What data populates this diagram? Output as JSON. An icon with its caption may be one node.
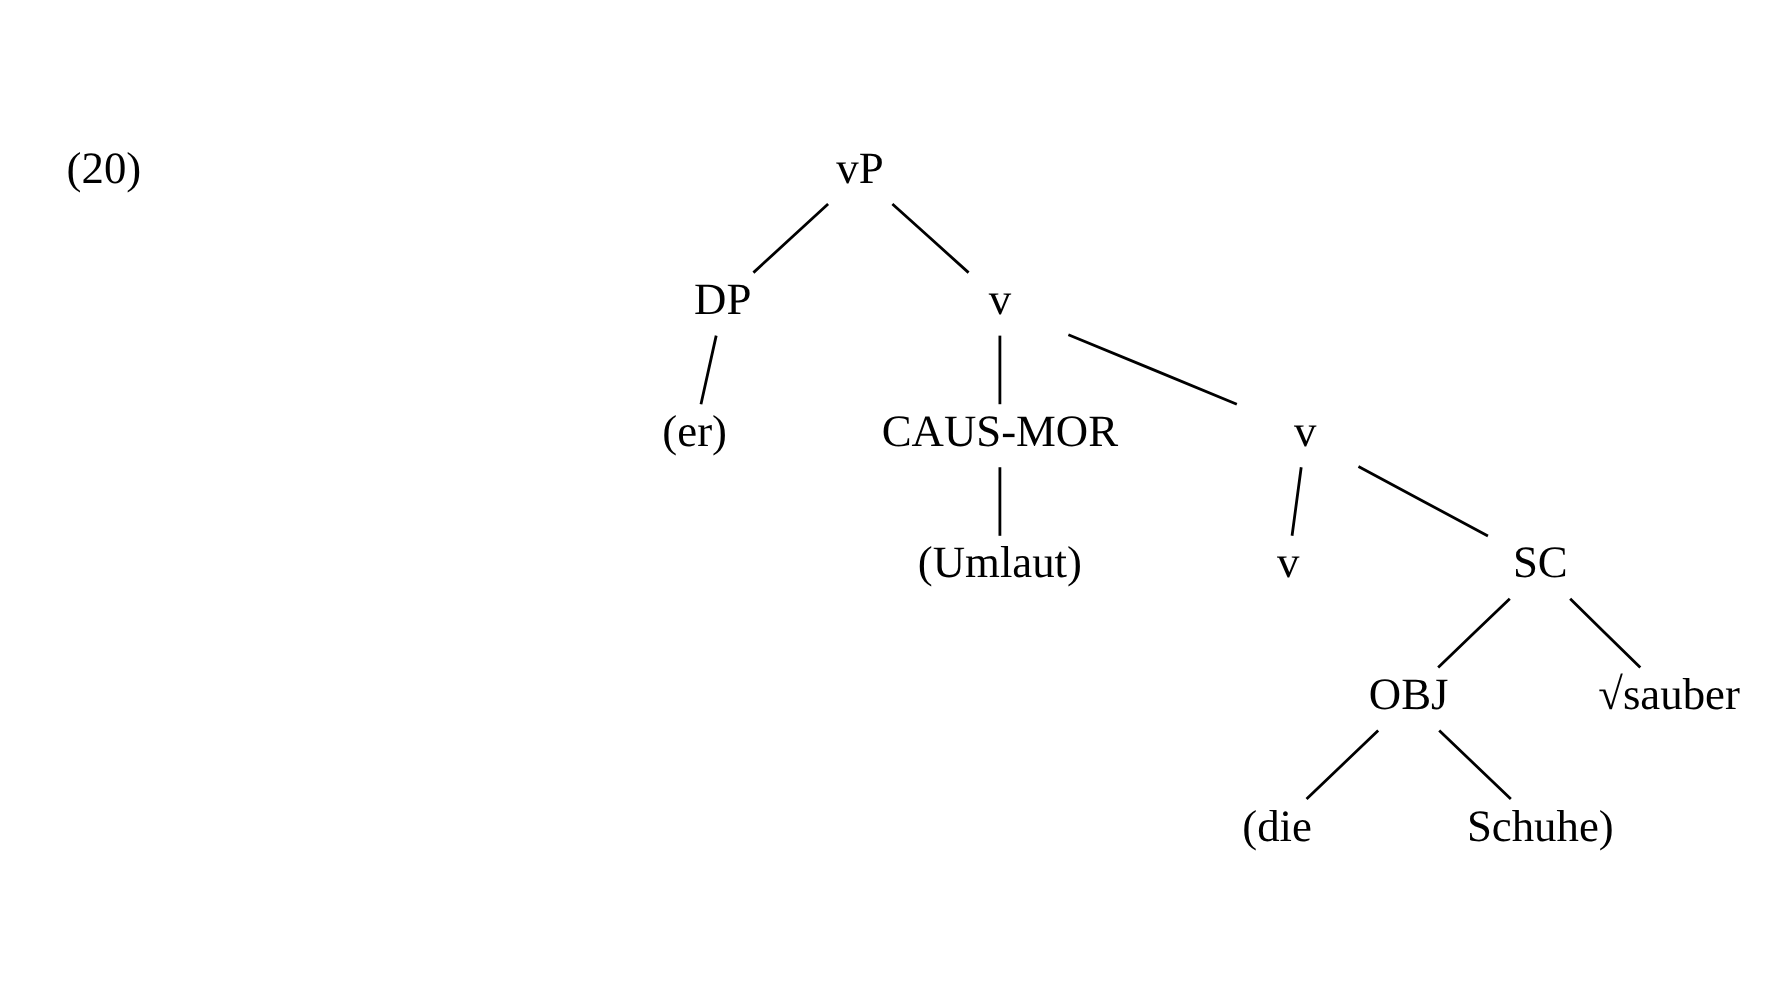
{
  "diagram": {
    "nodes": [
      {
        "text": [
          "vP"
        ]
      },
      {
        "text": [
          "DP"
        ]
      },
      {
        "text": [
          "(er)"
        ]
      },
      {
        "text": [
          "v"
        ]
      },
      {
        "text": [
          "CAUS-MOR"
        ]
      },
      {
        "text": [
          "(Umlaut)"
        ]
      },
      {
        "text": [
          "v"
        ]
      },
      {
        "text": [
          "v"
        ]
      },
      {
        "text": [
          "SC"
        ]
      },
      {
        "text": [
          "OBJ"
        ]
      },
      {
        "text": [
          "(die"
        ]
      },
      {
        "text": [
          "Schuhe)"
        ]
      },
      {
        "text": [
          "√sauber"
        ]
      }
    ],
    "edges": [
      {
        "from": 0,
        "to": 1,
        "arrow": "none"
      },
      {
        "from": 1,
        "to": 2,
        "arrow": "none"
      },
      {
        "from": 0,
        "to": 3,
        "arrow": "none"
      },
      {
        "from": 3,
        "to": 4,
        "arrow": "none"
      },
      {
        "from": 4,
        "to": 5,
        "arrow": "none"
      },
      {
        "from": 3,
        "to": 6,
        "arrow": "none"
      },
      {
        "from": 6,
        "to": 7,
        "arrow": "none"
      },
      {
        "from": 6,
        "to": 8,
        "arrow": "none"
      },
      {
        "from": 8,
        "to": 9,
        "arrow": "none"
      },
      {
        "from": 8,
        "to": 12,
        "arrow": "none"
      },
      {
        "from": 9,
        "to": 10,
        "arrow": "none"
      },
      {
        "from": 9,
        "to": 11,
        "arrow": "none"
      }
    ],
    "labels": [
      "(20)"
    ]
  }
}
